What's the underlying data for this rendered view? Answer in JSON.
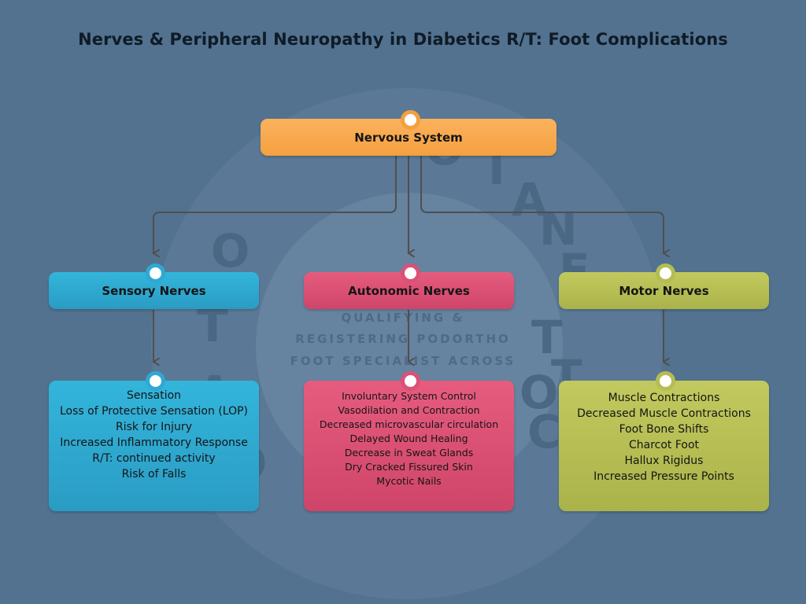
{
  "title": "Nerves & Peripheral Neuropathy in Diabetics R/T: Foot Complications",
  "background_seal": {
    "letters": [
      "A",
      "T",
      "O",
      "O",
      "T",
      "I",
      "A",
      "N",
      "F",
      "O",
      "O",
      "T",
      "C"
    ],
    "lines": [
      "QUALIFYING &",
      "REGISTERING PODORTHO",
      "FOOT SPECIALIST ACROSS"
    ]
  },
  "root": {
    "label": "Nervous System",
    "color": "#f4a03f"
  },
  "branches": [
    {
      "label": "Sensory Nerves",
      "color": "#2fa9d3",
      "items": [
        "Sensation",
        "Loss of Protective Sensation (LOP)",
        "Risk for Injury",
        "Increased Inflammatory Response",
        "R/T: continued activity",
        "Risk of Falls"
      ]
    },
    {
      "label": "Autonomic Nerves",
      "color": "#db5177",
      "items": [
        "Involuntary System Control",
        "Vasodilation and Contraction",
        "Decreased microvascular circulation",
        "Delayed Wound Healing",
        "Decrease in Sweat Glands",
        "Dry Cracked Fissured Skin",
        "Mycotic Nails"
      ]
    },
    {
      "label": "Motor Nerves",
      "color": "#b5bd52",
      "items": [
        "Muscle Contractions",
        "Decreased Muscle Contractions",
        "Foot Bone Shifts",
        "Charcot Foot",
        "Hallux Rigidus",
        "Increased Pressure Points"
      ]
    }
  ]
}
